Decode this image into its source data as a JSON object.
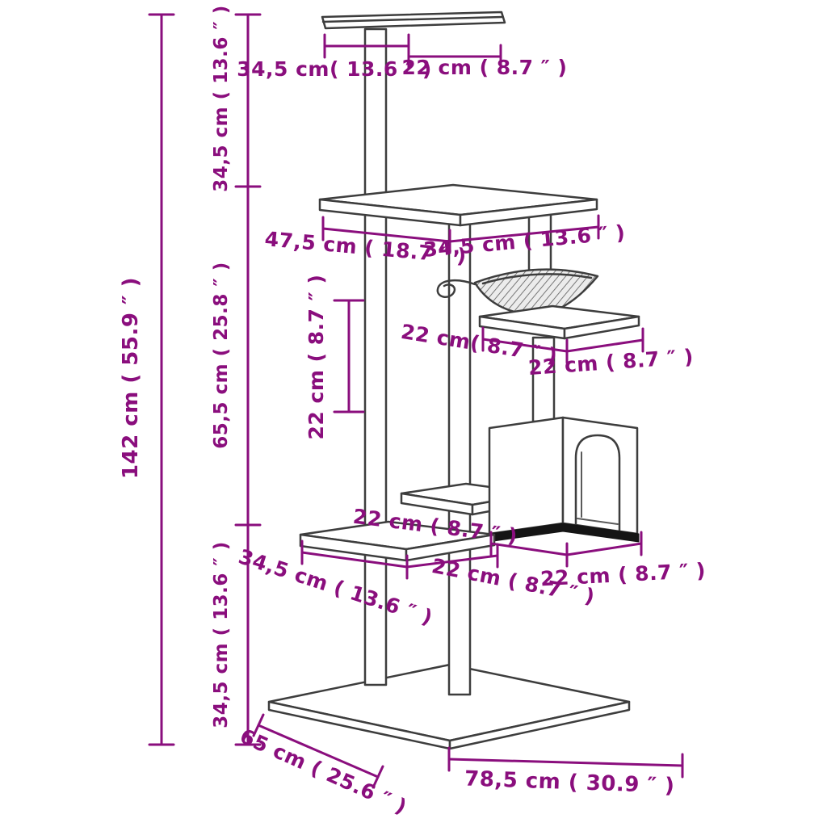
{
  "colors": {
    "dimension_accent": "#8A0E7D",
    "outline": "#3D3D3D",
    "house_base_strip": "#151515",
    "background": "#FFFFFF"
  },
  "dimensions": {
    "total_height": "142 cm ( 55.9 ″ )",
    "top_section_height": "34,5 cm ( 13.6 ″ )",
    "middle_section_height": "65,5 cm ( 25.8 ″ )",
    "bottom_section_height": "34,5 cm ( 13.6 ″ )",
    "top_platform_width": "34,5 cm( 13.6 ″ )",
    "top_platform_depth": "22 cm ( 8.7 ″ )",
    "main_platform_width": "47,5 cm ( 18.7 ″ )",
    "main_platform_depth": "34,5 cm ( 13.6 ″ )",
    "post_section_height": "22 cm ( 8.7 ″ )",
    "perch_depth": "22 cm( 8.7 ″ )",
    "perch_width": "22 cm ( 8.7 ″ )",
    "mid_platform_width": "22 cm ( 8.7 ″ )",
    "lower_platform_depth": "34,5 cm ( 13.6 ″ )",
    "house_front_width": "22 cm ( 8.7 ″ )",
    "house_side_depth": "22 cm ( 8.7 ″ )",
    "base_depth": "65 cm ( 25.6 ″ )",
    "base_width": "78,5 cm ( 30.9 ″ )"
  }
}
